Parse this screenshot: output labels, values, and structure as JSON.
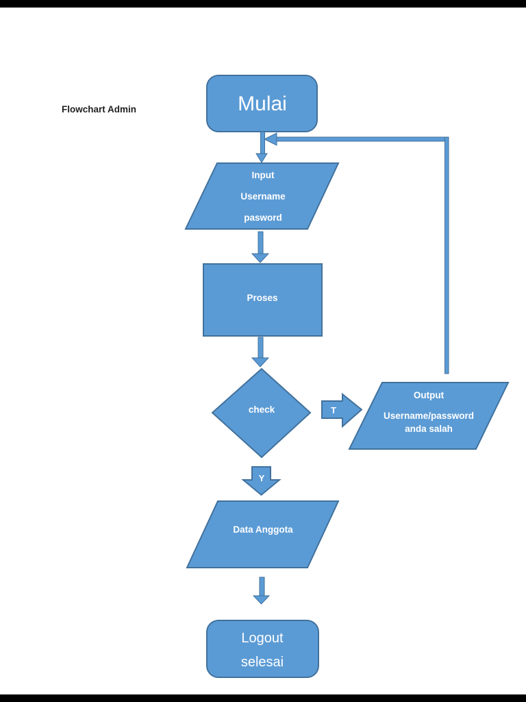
{
  "colors": {
    "page_bg": "#ffffff",
    "letterbox": "#000000",
    "shape_fill": "#5b9bd5",
    "shape_stroke": "#41719c",
    "node_text": "#ffffff",
    "heading_text": "#1f1f1f"
  },
  "flowchart": {
    "heading": "Flowchart Admin",
    "nodes": {
      "start": {
        "label": "Mulai"
      },
      "input": {
        "line1": "Input",
        "line2": "Username",
        "line3": "pasword"
      },
      "process": {
        "label": "Proses"
      },
      "decision": {
        "label": "check"
      },
      "output": {
        "line1": "Output",
        "line2": "Username/password",
        "line3": "anda salah"
      },
      "data_anggota": {
        "label": "Data Anggota"
      },
      "end": {
        "line1": "Logout",
        "line2": "selesai"
      }
    },
    "branches": {
      "true_label": "T",
      "yes_label": "Y"
    }
  }
}
